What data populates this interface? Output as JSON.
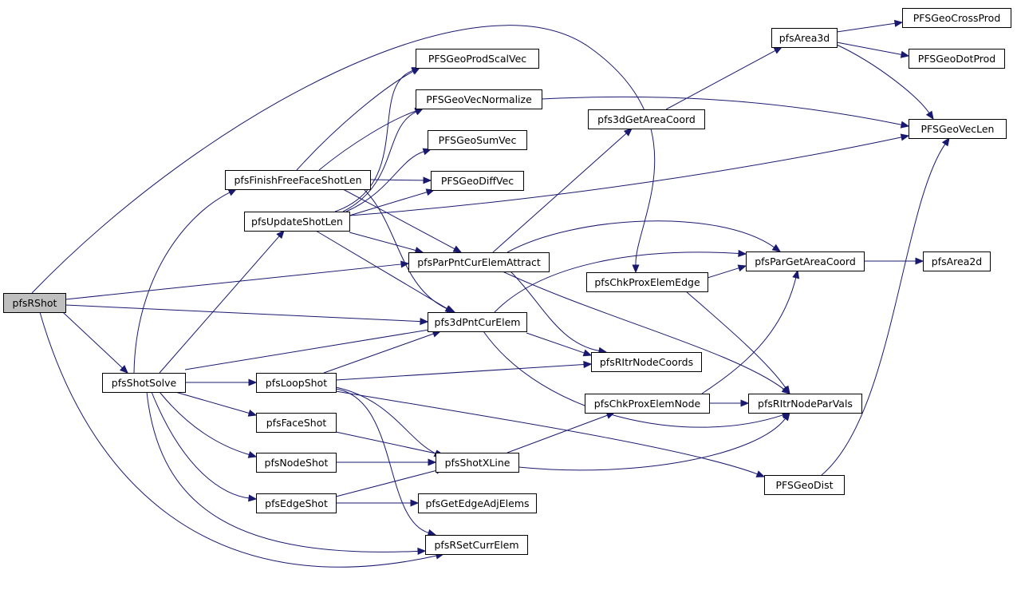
{
  "nodes": [
    {
      "id": "pfsRShot",
      "label": "pfsRShot",
      "root": true
    },
    {
      "id": "pfsShotSolve",
      "label": "pfsShotSolve"
    },
    {
      "id": "pfsFinishFreeFaceShotLen",
      "label": "pfsFinishFreeFaceShotLen"
    },
    {
      "id": "pfsUpdateShotLen",
      "label": "pfsUpdateShotLen"
    },
    {
      "id": "pfsLoopShot",
      "label": "pfsLoopShot"
    },
    {
      "id": "pfsFaceShot",
      "label": "pfsFaceShot"
    },
    {
      "id": "pfsNodeShot",
      "label": "pfsNodeShot"
    },
    {
      "id": "pfsEdgeShot",
      "label": "pfsEdgeShot"
    },
    {
      "id": "PFSGeoProdScalVec",
      "label": "PFSGeoProdScalVec"
    },
    {
      "id": "PFSGeoVecNormalize",
      "label": "PFSGeoVecNormalize"
    },
    {
      "id": "PFSGeoSumVec",
      "label": "PFSGeoSumVec"
    },
    {
      "id": "PFSGeoDiffVec",
      "label": "PFSGeoDiffVec"
    },
    {
      "id": "pfsParPntCurElemAttract",
      "label": "pfsParPntCurElemAttract"
    },
    {
      "id": "pfs3dPntCurElem",
      "label": "pfs3dPntCurElem"
    },
    {
      "id": "pfsShotXLine",
      "label": "pfsShotXLine"
    },
    {
      "id": "pfsGetEdgeAdjElems",
      "label": "pfsGetEdgeAdjElems"
    },
    {
      "id": "pfsRSetCurrElem",
      "label": "pfsRSetCurrElem"
    },
    {
      "id": "pfs3dGetAreaCoord",
      "label": "pfs3dGetAreaCoord"
    },
    {
      "id": "pfsChkProxElemEdge",
      "label": "pfsChkProxElemEdge"
    },
    {
      "id": "pfsRItrNodeCoords",
      "label": "pfsRItrNodeCoords"
    },
    {
      "id": "pfsChkProxElemNode",
      "label": "pfsChkProxElemNode"
    },
    {
      "id": "pfsArea3d",
      "label": "pfsArea3d"
    },
    {
      "id": "PFSGeoCrossProd",
      "label": "PFSGeoCrossProd"
    },
    {
      "id": "PFSGeoDotProd",
      "label": "PFSGeoDotProd"
    },
    {
      "id": "PFSGeoVecLen",
      "label": "PFSGeoVecLen"
    },
    {
      "id": "pfsParGetAreaCoord",
      "label": "pfsParGetAreaCoord"
    },
    {
      "id": "pfsArea2d",
      "label": "pfsArea2d"
    },
    {
      "id": "pfsRItrNodeParVals",
      "label": "pfsRItrNodeParVals"
    },
    {
      "id": "PFSGeoDist",
      "label": "PFSGeoDist"
    }
  ],
  "edges": [
    [
      "pfsRShot",
      "pfsShotSolve"
    ],
    [
      "pfsRShot",
      "pfsChkProxElemEdge"
    ],
    [
      "pfsRShot",
      "pfsParPntCurElemAttract"
    ],
    [
      "pfsRShot",
      "pfs3dPntCurElem"
    ],
    [
      "pfsRShot",
      "pfsRSetCurrElem"
    ],
    [
      "pfsShotSolve",
      "pfsFinishFreeFaceShotLen"
    ],
    [
      "pfsShotSolve",
      "pfsUpdateShotLen"
    ],
    [
      "pfsShotSolve",
      "pfs3dPntCurElem"
    ],
    [
      "pfsShotSolve",
      "pfsLoopShot"
    ],
    [
      "pfsShotSolve",
      "pfsFaceShot"
    ],
    [
      "pfsShotSolve",
      "pfsNodeShot"
    ],
    [
      "pfsShotSolve",
      "pfsEdgeShot"
    ],
    [
      "pfsShotSolve",
      "pfsRSetCurrElem"
    ],
    [
      "pfsFinishFreeFaceShotLen",
      "PFSGeoProdScalVec"
    ],
    [
      "pfsFinishFreeFaceShotLen",
      "PFSGeoVecNormalize"
    ],
    [
      "pfsFinishFreeFaceShotLen",
      "PFSGeoDiffVec"
    ],
    [
      "pfsFinishFreeFaceShotLen",
      "pfsParPntCurElemAttract"
    ],
    [
      "pfsFinishFreeFaceShotLen",
      "pfs3dPntCurElem"
    ],
    [
      "pfsUpdateShotLen",
      "PFSGeoProdScalVec"
    ],
    [
      "pfsUpdateShotLen",
      "PFSGeoVecNormalize"
    ],
    [
      "pfsUpdateShotLen",
      "PFSGeoSumVec"
    ],
    [
      "pfsUpdateShotLen",
      "PFSGeoDiffVec"
    ],
    [
      "pfsUpdateShotLen",
      "PFSGeoVecLen"
    ],
    [
      "pfsUpdateShotLen",
      "pfsParPntCurElemAttract"
    ],
    [
      "pfsUpdateShotLen",
      "pfs3dPntCurElem"
    ],
    [
      "PFSGeoVecNormalize",
      "PFSGeoVecLen"
    ],
    [
      "pfsParPntCurElemAttract",
      "pfs3dGetAreaCoord"
    ],
    [
      "pfsParPntCurElemAttract",
      "pfsParGetAreaCoord"
    ],
    [
      "pfsParPntCurElemAttract",
      "pfsRItrNodeCoords"
    ],
    [
      "pfsParPntCurElemAttract",
      "pfsRItrNodeParVals"
    ],
    [
      "pfs3dPntCurElem",
      "pfsParGetAreaCoord"
    ],
    [
      "pfs3dPntCurElem",
      "pfsRItrNodeCoords"
    ],
    [
      "pfs3dPntCurElem",
      "pfsRItrNodeParVals"
    ],
    [
      "pfsLoopShot",
      "pfs3dPntCurElem"
    ],
    [
      "pfsLoopShot",
      "pfsRItrNodeCoords"
    ],
    [
      "pfsLoopShot",
      "pfsShotXLine"
    ],
    [
      "pfsLoopShot",
      "pfsRSetCurrElem"
    ],
    [
      "pfsLoopShot",
      "PFSGeoDist"
    ],
    [
      "pfsFaceShot",
      "pfsShotXLine"
    ],
    [
      "pfsNodeShot",
      "pfsShotXLine"
    ],
    [
      "pfsEdgeShot",
      "pfsShotXLine"
    ],
    [
      "pfsEdgeShot",
      "pfsGetEdgeAdjElems"
    ],
    [
      "pfsShotXLine",
      "pfsChkProxElemNode"
    ],
    [
      "pfsShotXLine",
      "pfsRItrNodeParVals"
    ],
    [
      "pfs3dGetAreaCoord",
      "pfsArea3d"
    ],
    [
      "pfsArea3d",
      "PFSGeoCrossProd"
    ],
    [
      "pfsArea3d",
      "PFSGeoDotProd"
    ],
    [
      "pfsArea3d",
      "PFSGeoVecLen"
    ],
    [
      "pfsChkProxElemEdge",
      "pfsParGetAreaCoord"
    ],
    [
      "pfsChkProxElemEdge",
      "pfsRItrNodeParVals"
    ],
    [
      "pfsChkProxElemNode",
      "pfsParGetAreaCoord"
    ],
    [
      "pfsChkProxElemNode",
      "pfsRItrNodeParVals"
    ],
    [
      "pfsParGetAreaCoord",
      "pfsArea2d"
    ],
    [
      "PFSGeoDist",
      "PFSGeoVecLen"
    ]
  ],
  "colors": {
    "edge": "#191970",
    "node_border": "#000000",
    "root_fill": "#bfbfbf"
  }
}
